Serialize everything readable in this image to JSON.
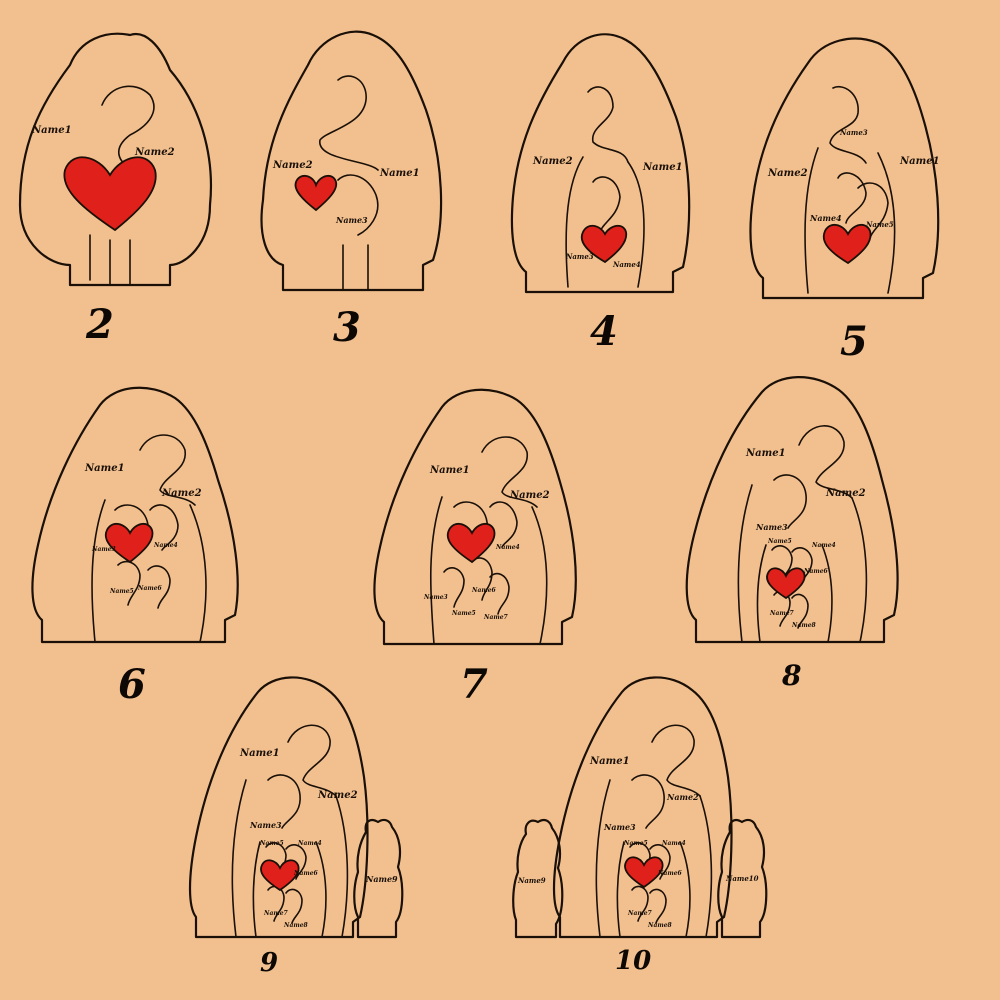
{
  "colors": {
    "background": "#f2c08f",
    "line": "#1a1008",
    "heart": "#e0201a"
  },
  "variants": [
    {
      "count": "2",
      "names": [
        "Name1",
        "Name2"
      ]
    },
    {
      "count": "3",
      "names": [
        "Name1",
        "Name2",
        "Name3"
      ]
    },
    {
      "count": "4",
      "names": [
        "Name1",
        "Name2",
        "Name3",
        "Name4"
      ]
    },
    {
      "count": "5",
      "names": [
        "Name1",
        "Name2",
        "Name3",
        "Name4",
        "Name5"
      ]
    },
    {
      "count": "6",
      "names": [
        "Name1",
        "Name2",
        "Name3",
        "Name4",
        "Name5",
        "Name6"
      ]
    },
    {
      "count": "7",
      "names": [
        "Name1",
        "Name2",
        "Name3",
        "Name4",
        "Name5",
        "Name6",
        "Name7"
      ]
    },
    {
      "count": "8",
      "names": [
        "Name1",
        "Name2",
        "Name3",
        "Name4",
        "Name5",
        "Name6",
        "Name7",
        "Name8"
      ]
    },
    {
      "count": "9",
      "names": [
        "Name1",
        "Name2",
        "Name3",
        "Name4",
        "Name5",
        "Name6",
        "Name7",
        "Name8",
        "Name9"
      ]
    },
    {
      "count": "10",
      "names": [
        "Name1",
        "Name2",
        "Name3",
        "Name4",
        "Name5",
        "Name6",
        "Name7",
        "Name8",
        "Name9",
        "Name10"
      ]
    }
  ]
}
